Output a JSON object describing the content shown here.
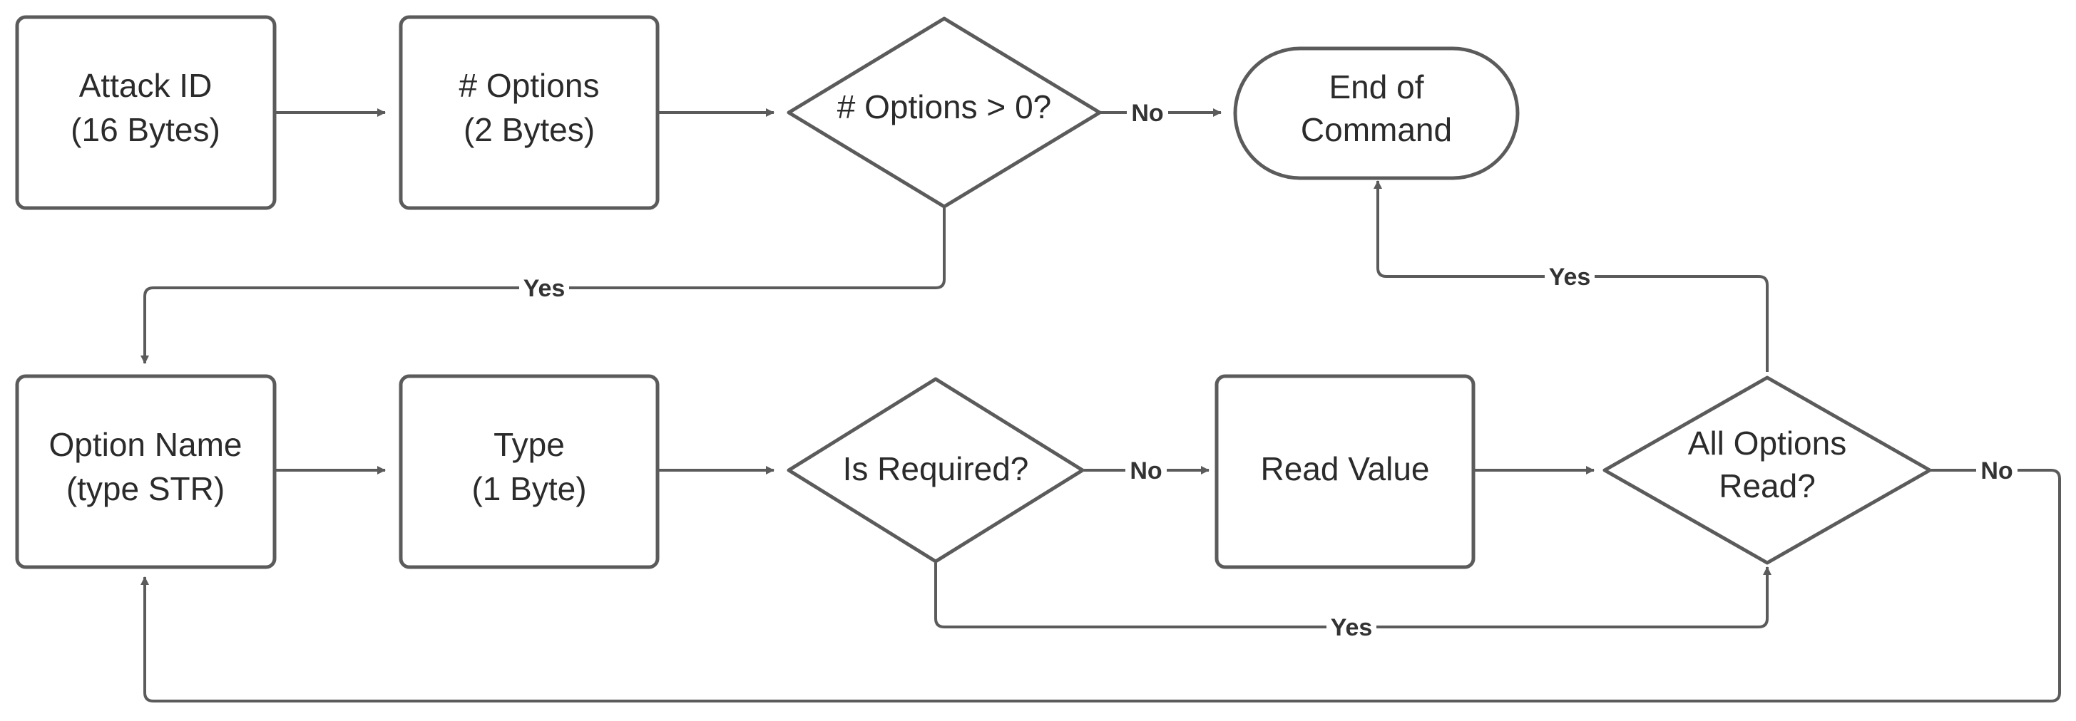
{
  "nodes": {
    "attack_id": [
      "Attack ID",
      "(16 Bytes)"
    ],
    "num_options": [
      "# Options",
      "(2 Bytes)"
    ],
    "options_check": [
      "# Options > 0?"
    ],
    "end_command": [
      "End of",
      "Command"
    ],
    "option_name": [
      "Option Name",
      "(type STR)"
    ],
    "type": [
      "Type",
      "(1 Byte)"
    ],
    "is_required": [
      "Is Required?"
    ],
    "read_value": [
      "Read Value"
    ],
    "all_read": [
      "All Options",
      "Read?"
    ]
  },
  "edge_labels": {
    "options_no": "No",
    "options_yes": "Yes",
    "required_no": "No",
    "required_yes": "Yes",
    "all_read_yes": "Yes",
    "all_read_no": "No"
  },
  "colors": {
    "stroke": "#5b5b5b",
    "text": "#2b2b2b",
    "background": "#ffffff"
  }
}
